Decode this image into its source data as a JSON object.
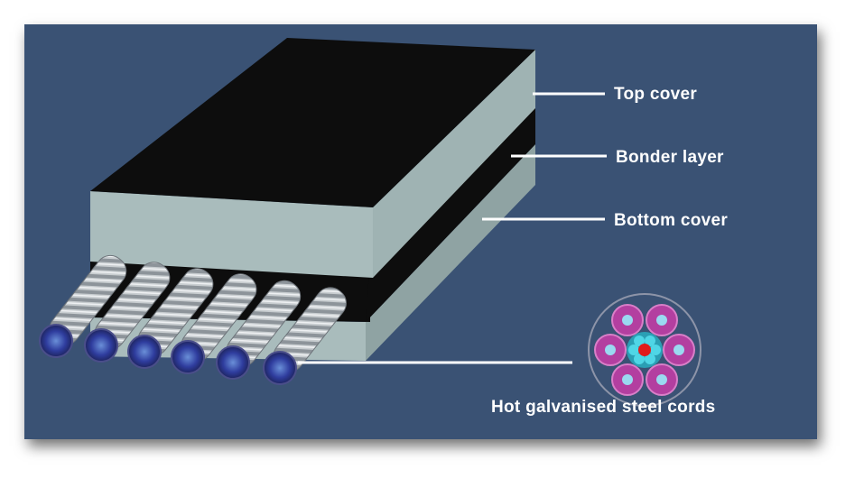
{
  "labels": {
    "top_cover": "Top cover",
    "bonder_layer": "Bonder layer",
    "bottom_cover": "Bottom cover",
    "steel_cords": "Hot galvanised steel cords"
  },
  "colors": {
    "background": "#3a5274",
    "rubber_black": "#0d0d0d",
    "cover_light": "#a9bcbc",
    "cover_side": "#8fa3a3",
    "cord_red": "#e11b1b",
    "cord_cyan": "#4fd6e6",
    "cord_magenta": "#b33fa0",
    "cord_blue": "#3d3fb0"
  },
  "icons": [
    "steel-cord-cross-section"
  ]
}
